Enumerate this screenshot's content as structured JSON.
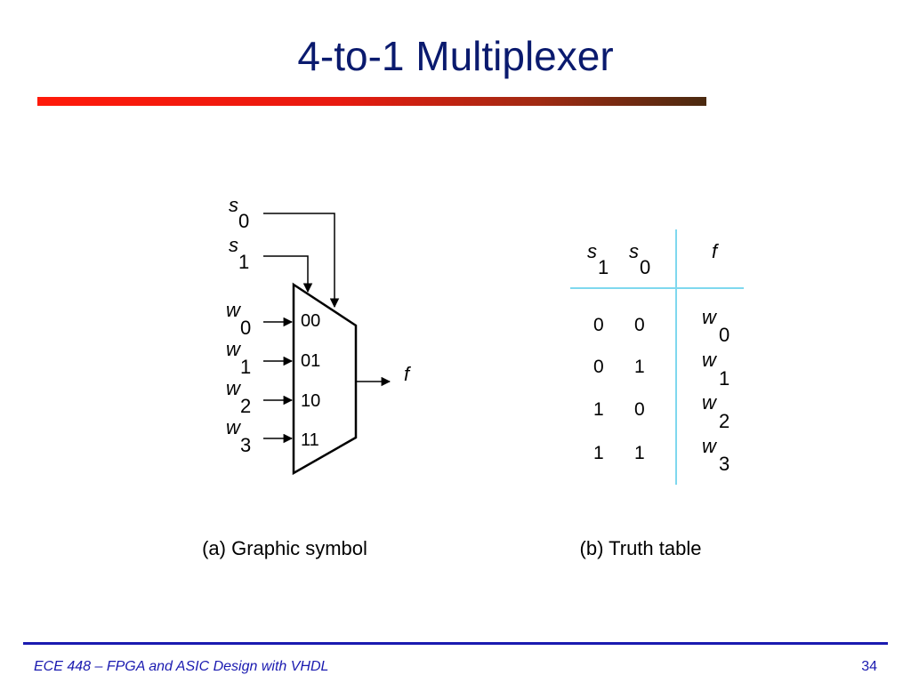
{
  "slide": {
    "title": "4-to-1 Multiplexer",
    "footer": "ECE 448 – FPGA and ASIC Design with VHDL",
    "page": "34"
  },
  "symbol": {
    "select_inputs": [
      {
        "letter": "s",
        "index": "0"
      },
      {
        "letter": "s",
        "index": "1"
      }
    ],
    "data_inputs": [
      {
        "letter": "w",
        "index": "0",
        "code": "00"
      },
      {
        "letter": "w",
        "index": "1",
        "code": "01"
      },
      {
        "letter": "w",
        "index": "2",
        "code": "10"
      },
      {
        "letter": "w",
        "index": "3",
        "code": "11"
      }
    ],
    "output": "f",
    "caption": "(a) Graphic symbol"
  },
  "truth_table": {
    "headers": [
      {
        "letter": "s",
        "index": "1"
      },
      {
        "letter": "s",
        "index": "0"
      },
      {
        "letter": "f",
        "index": ""
      }
    ],
    "rows": [
      {
        "s1": "0",
        "s0": "0",
        "f_letter": "w",
        "f_index": "0"
      },
      {
        "s1": "0",
        "s0": "1",
        "f_letter": "w",
        "f_index": "1"
      },
      {
        "s1": "1",
        "s0": "0",
        "f_letter": "w",
        "f_index": "2"
      },
      {
        "s1": "1",
        "s0": "1",
        "f_letter": "w",
        "f_index": "3"
      }
    ],
    "caption": "(b) Truth table",
    "divider_color": "#7fd8ee"
  }
}
